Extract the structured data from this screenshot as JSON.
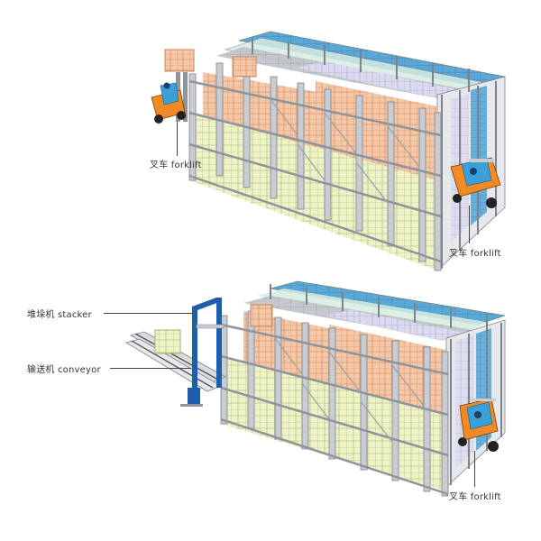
{
  "colors": {
    "background": "#ffffff",
    "rack_frame": "#c9cdd3",
    "rack_frame_stroke": "#7d838b",
    "rack_frame_light": "#e6e8eb",
    "box_peach": "#f6c7a6",
    "box_peach_stroke": "#c9875f",
    "box_green": "#eef3c6",
    "box_green_stroke": "#a8b074",
    "box_lavender": "#dcdaf0",
    "box_grey": "#bfc2c6",
    "box_mint": "#d6ece2",
    "box_blue": "#5aa8d6",
    "forklift_orange": "#f08a24",
    "forklift_blue": "#3ba0d8",
    "stacker_blue": "#1f5fa8",
    "conveyor": "#d9dbde",
    "label_text": "#333333",
    "leader_line": "#444444"
  },
  "top_diagram": {
    "title": "Drive-in rack with forklifts",
    "labels": {
      "forklift_left": "叉车 forklift",
      "forklift_right": "叉车 forklift"
    }
  },
  "bottom_diagram": {
    "title": "Drive-in rack with stacker and conveyor",
    "labels": {
      "stacker": "堆垛机 stacker",
      "conveyor": "输送机 conveyor",
      "forklift": "叉车 forklift"
    }
  }
}
